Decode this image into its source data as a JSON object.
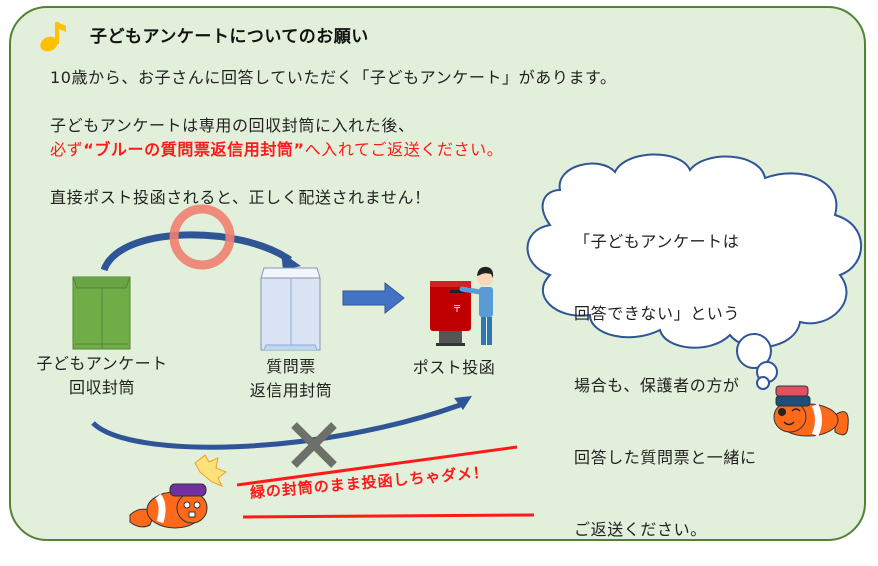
{
  "header": {
    "icon": "music-note-icon",
    "title": "子どもアンケートについてのお願い"
  },
  "body": {
    "line1": "10歳から、お子さんに回答していただく「子どもアンケート」があります。",
    "line2": "子どもアンケートは専用の回収封筒に入れた後、",
    "line3_prefix": "必ず",
    "line3_bold": "“ブルーの質問票返信用封筒”",
    "line3_suffix": "へ入れてご返送ください。",
    "line4": "直接ポスト投函されると、正しく配送されません！"
  },
  "diagram": {
    "green_envelope_label_1": "子どもアンケート",
    "green_envelope_label_2": "回収封筒",
    "blue_envelope_label_1": "質問票",
    "blue_envelope_label_2": "返信用封筒",
    "post_label": "ポスト投函",
    "correct_mark": "circle-ok",
    "wrong_mark": "cross-ng",
    "warning": "緑の封筒のまま投函しちゃダメ！"
  },
  "cloud": {
    "lines": [
      "「子どもアンケートは",
      "回答できない」という",
      "場合も、保護者の方が",
      "回答した質問票と一緒に",
      "ご返送ください。"
    ]
  },
  "colors": {
    "panel_bg": "#e2efda",
    "panel_border": "#548235",
    "accent_red": "#ff1a1a",
    "arrow_blue": "#2f5597",
    "green_envelope": "#70ad47",
    "blue_envelope": "#dae3f3",
    "ok_circle": "#f08070",
    "ng_cross": "#6d7068"
  }
}
